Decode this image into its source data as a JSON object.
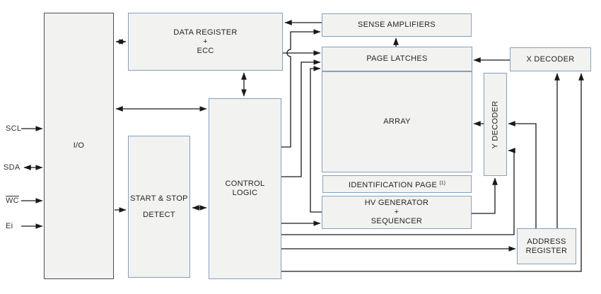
{
  "diagram_type": "memory-block-diagram",
  "pins": [
    {
      "label": "SCL",
      "direction": "in"
    },
    {
      "label": "SDA",
      "direction": "bidirectional"
    },
    {
      "label": "WC",
      "overline": true,
      "direction": "in"
    },
    {
      "label": "Ei",
      "direction": "in"
    }
  ],
  "blocks": {
    "io": {
      "label": "I/O"
    },
    "data_register": {
      "line1": "DATA REGISTER",
      "line2": "+",
      "line3": "ECC"
    },
    "start_stop_detect": {
      "line1": "START & STOP",
      "line2": "DETECT"
    },
    "control_logic": {
      "line1": "CONTROL",
      "line2": "LOGIC"
    },
    "sense_amplifiers": {
      "label": "SENSE AMPLIFIERS"
    },
    "page_latches": {
      "label": "PAGE LATCHES"
    },
    "array": {
      "label": "ARRAY"
    },
    "identification_page": {
      "label": "IDENTIFICATION PAGE",
      "superscript": "(1)"
    },
    "hv_generator": {
      "line1": "HV GENERATOR",
      "line2": "+",
      "line3": "SEQUENCER"
    },
    "y_decoder": {
      "label": "Y DECODER"
    },
    "x_decoder": {
      "label": "X DECODER"
    },
    "address_register": {
      "line1": "ADDRESS",
      "line2": "REGISTER"
    }
  },
  "colors": {
    "box_fill": "#f2f2f1",
    "box_border_blue": "#84a1bd",
    "io_border": "#4d4d4d",
    "wire": "#1a1a1a",
    "background": "#ffffff"
  }
}
